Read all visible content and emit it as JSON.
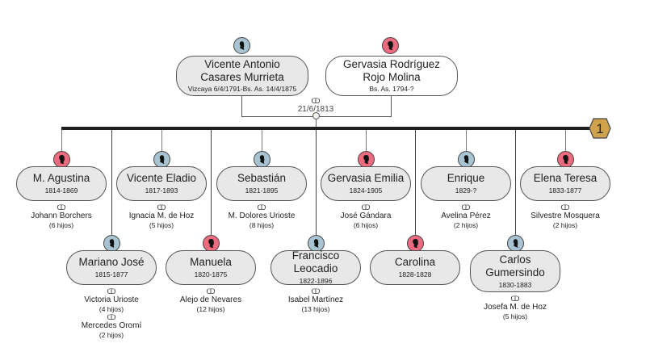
{
  "parents": {
    "father": {
      "name_line1": "Vicente Antonio",
      "name_line2": "Casares Murrieta",
      "dates": "Vizcaya 6/4/1791-Bs. As. 14/4/1875",
      "gender": "male"
    },
    "mother": {
      "name_line1": "Gervasia Rodríguez",
      "name_line2": "Rojo Molina",
      "dates": "Bs. As. 1794-?",
      "gender": "female"
    },
    "marriage_symbol": "ↀ",
    "marriage_date": "21/6/1813"
  },
  "generation_badge": "1",
  "colors": {
    "male": "#a8c4d2",
    "female": "#ed6b7f",
    "badge": "#d1a24e",
    "bar": "#1e1e1e"
  },
  "children": [
    {
      "name": "M. Agustina",
      "dates": "1814-1869",
      "gender": "female",
      "marriages": [
        {
          "spouse": "Johann Borchers",
          "kids": "(6 hijos)"
        }
      ]
    },
    {
      "name": "Mariano José",
      "dates": "1815-1877",
      "gender": "male",
      "marriages": [
        {
          "spouse": "Victoria Urioste",
          "kids": "(4 hijos)"
        },
        {
          "spouse": "Mercedes Oromí",
          "kids": "(2 hijos)"
        }
      ]
    },
    {
      "name": "Vicente Eladio",
      "dates": "1817-1893",
      "gender": "male",
      "marriages": [
        {
          "spouse": "Ignacia M. de Hoz",
          "kids": "(5 hijos)"
        }
      ]
    },
    {
      "name": "Manuela",
      "dates": "1820-1875",
      "gender": "female",
      "marriages": [
        {
          "spouse": "Alejo de Nevares",
          "kids": "(12 hijos)"
        }
      ]
    },
    {
      "name": "Sebastián",
      "dates": "1821-1895",
      "gender": "male",
      "marriages": [
        {
          "spouse": "M. Dolores Urioste",
          "kids": "(8 hijos)"
        }
      ]
    },
    {
      "name": "Francisco Leocadio",
      "dates": "1822-1896",
      "gender": "male",
      "marriages": [
        {
          "spouse": "Isabel Martínez",
          "kids": "(13 hijos)"
        }
      ]
    },
    {
      "name": "Gervasia Emilia",
      "dates": "1824-1905",
      "gender": "female",
      "marriages": [
        {
          "spouse": "José Gándara",
          "kids": "(6 hijos)"
        }
      ]
    },
    {
      "name": "Carolina",
      "dates": "1828-1828",
      "gender": "female",
      "marriages": []
    },
    {
      "name": "Enrique",
      "dates": "1829-?",
      "gender": "male",
      "marriages": [
        {
          "spouse": "Avelina Pérez",
          "kids": "(2 hijos)"
        }
      ]
    },
    {
      "name_line1": "Carlos",
      "name_line2": "Gumersindo",
      "dates": "1830-1883",
      "gender": "male",
      "marriages": [
        {
          "spouse": "Josefa M. de Hoz",
          "kids": "(5 hijos)"
        }
      ]
    },
    {
      "name": "Elena Teresa",
      "dates": "1833-1877",
      "gender": "female",
      "marriages": [
        {
          "spouse": "Silvestre Mosquera",
          "kids": "(2 hijos)"
        }
      ]
    }
  ]
}
